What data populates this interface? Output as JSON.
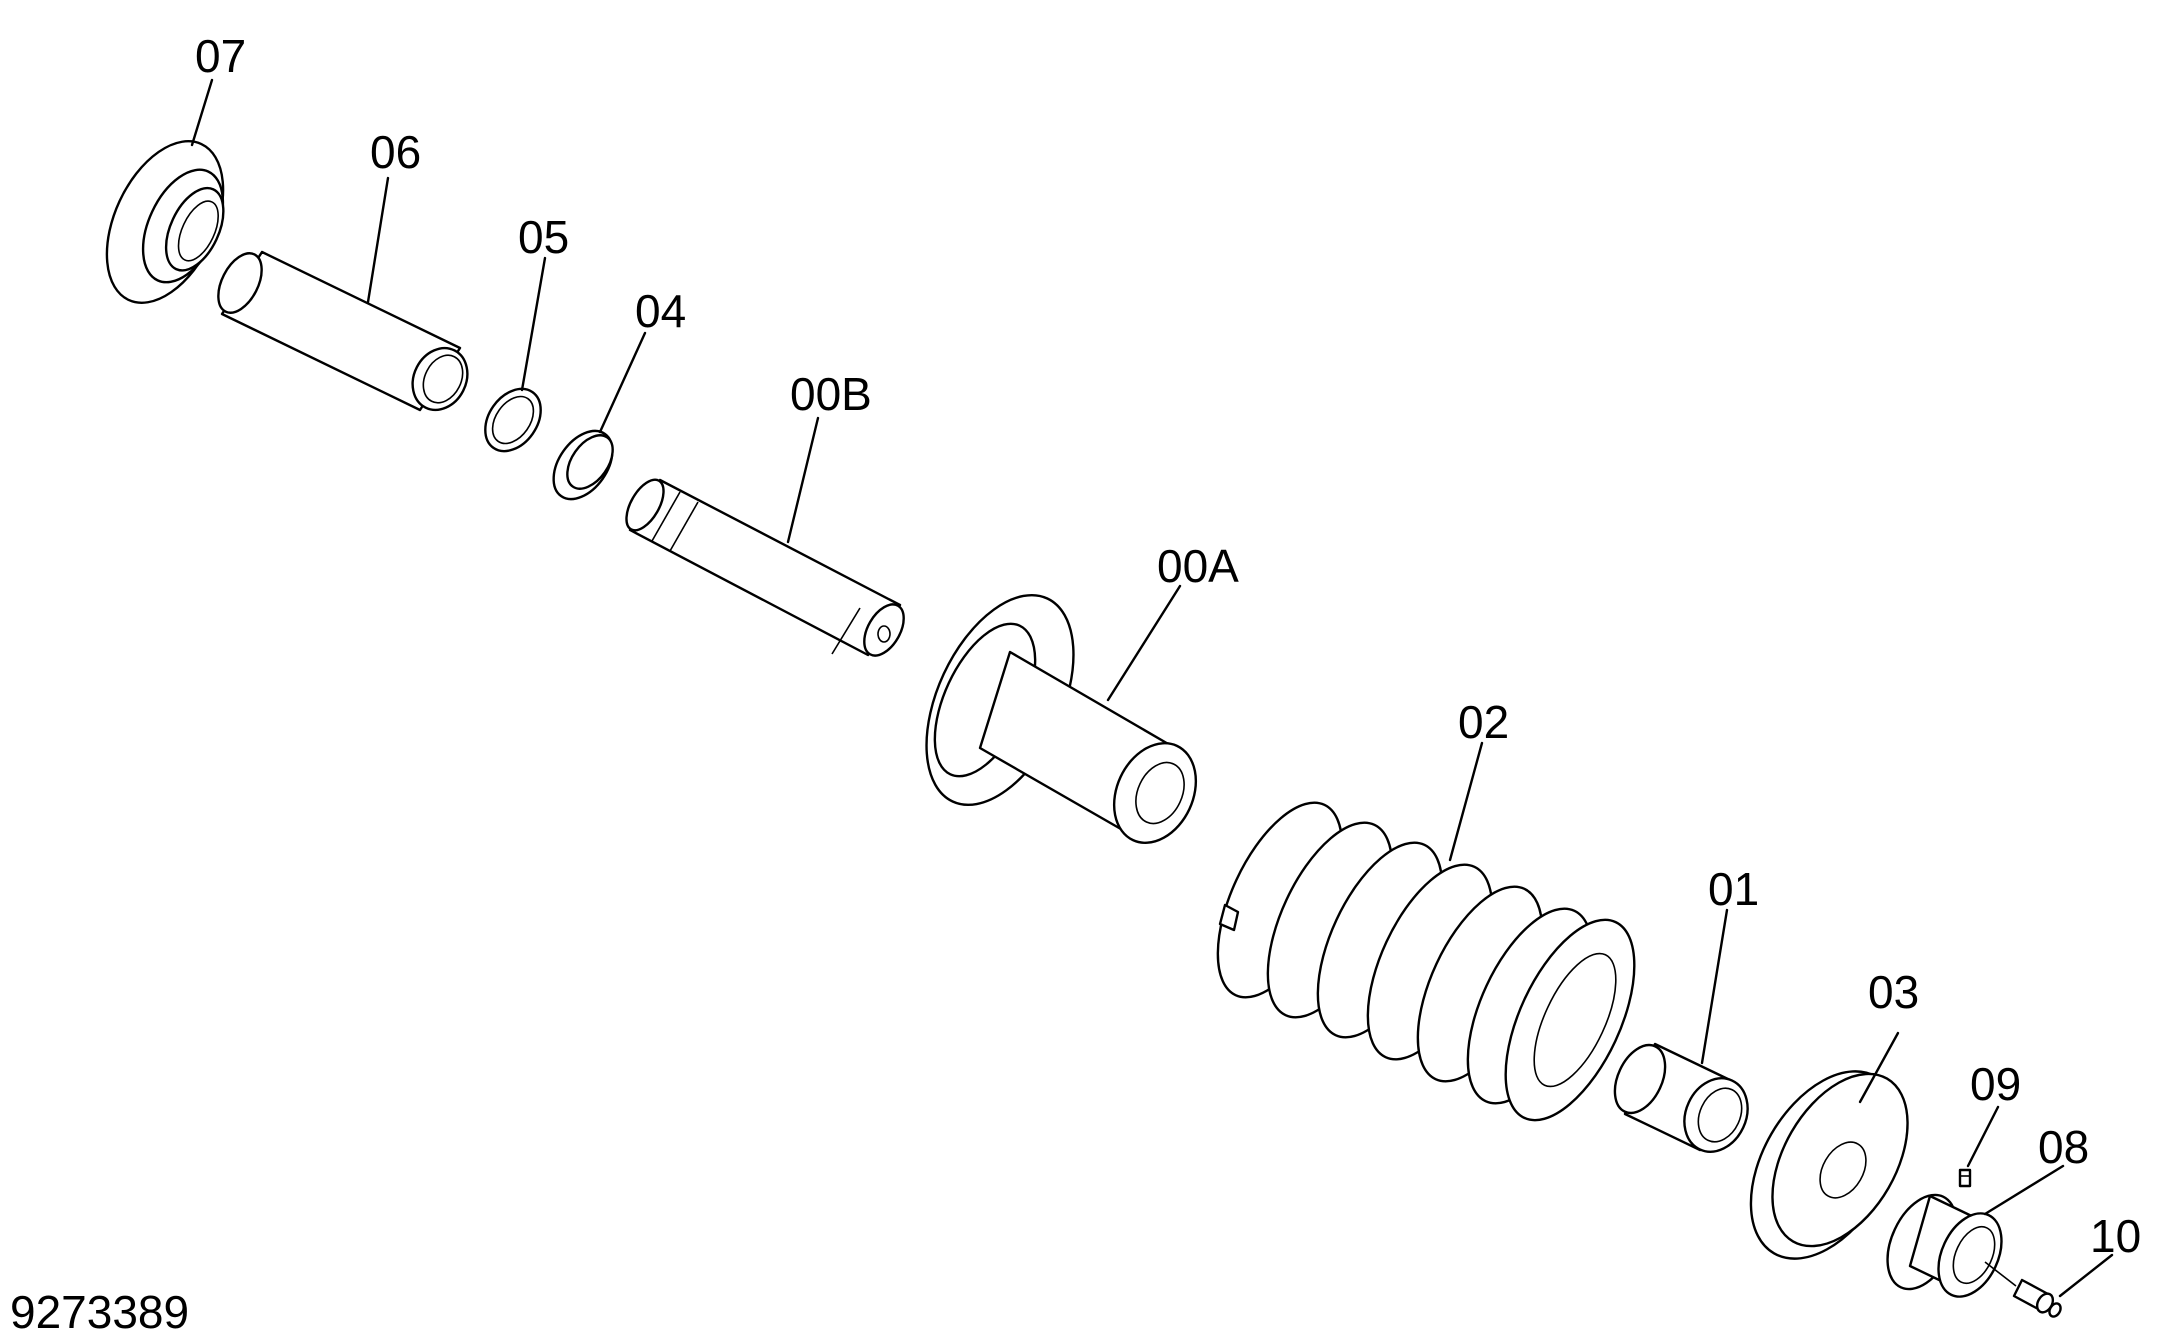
{
  "drawing_number": "9273389",
  "callouts": {
    "p07": "07",
    "p06": "06",
    "p05": "05",
    "p04": "04",
    "p00B": "00B",
    "p00A": "00A",
    "p02": "02",
    "p01": "01",
    "p03": "03",
    "p09": "09",
    "p08": "08",
    "p10": "10"
  }
}
